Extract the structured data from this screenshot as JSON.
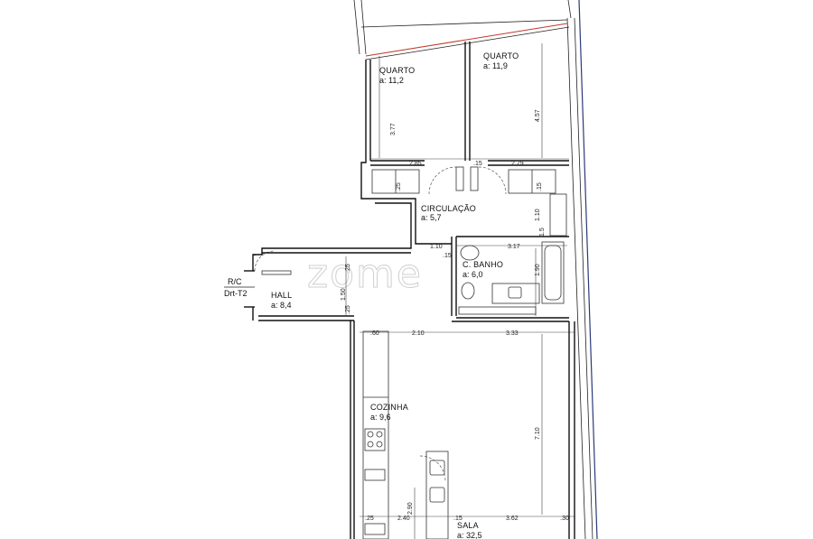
{
  "rooms": {
    "quarto1": {
      "name": "QUARTO",
      "area": "a: 11,2"
    },
    "quarto2": {
      "name": "QUARTO",
      "area": "a: 11,9"
    },
    "circulacao": {
      "name": "CIRCULAÇÃO",
      "area": "a: 5,7"
    },
    "banho": {
      "name": "C. BANHO",
      "area": "a: 6,0"
    },
    "hall": {
      "name": "HALL",
      "area": "a: 8,4"
    },
    "cozinha": {
      "name": "COZINHA",
      "area": "a: 9,6"
    },
    "sala": {
      "name": "SALA",
      "area": "a: 32,5"
    }
  },
  "entry_tag": {
    "line1": "R/C",
    "line2": "Drt-T2"
  },
  "watermark": "zome",
  "dimensions": {
    "d_377": "3.77",
    "d_457": "4.57",
    "d_285": "2.85",
    "d_15a": ".15",
    "d_279": "2.79",
    "d_25a": ".25",
    "d_15b": ".15",
    "d_110a": "1.10",
    "d_15c": "1.5",
    "d_110b": "1.10",
    "d_317": "3.17",
    "d_15d": ".15",
    "d_190": "1.90",
    "d_25b": ".25",
    "d_150": "1.50",
    "d_25c": ".25",
    "d_60": ".60",
    "d_210": "2.10",
    "d_333": "3.33",
    "d_710": "7.10",
    "d_290": "2.90",
    "d_25d": ".25",
    "d_240": "2.40",
    "d_15e": ".15",
    "d_362": "3.62",
    "d_30": ".30"
  }
}
